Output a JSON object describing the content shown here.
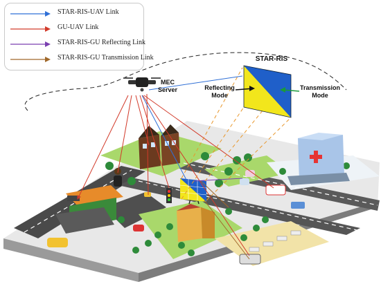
{
  "legend": [
    {
      "label": "STAR-RIS-UAV Link",
      "color": "#2f6fd6"
    },
    {
      "label": "GU-UAV Link",
      "color": "#d23a2a"
    },
    {
      "label": "STAR-RIS-GU Reflecting Link",
      "color": "#7a3fb0"
    },
    {
      "label": "STAR-RIS-GU Transmission Link",
      "color": "#a0682a"
    }
  ],
  "labels": {
    "mec_server": "MEC\nServer",
    "star_ris": "STAR-RIS",
    "reflecting_mode": "Reflecting\nMode",
    "transmission_mode": "Transmission\nMode"
  },
  "colors": {
    "ris_blue": "#1f5fc9",
    "ris_yellow": "#f2e61c",
    "grass": "#a9d86b",
    "road": "#4a4a4a",
    "pavement": "#d9d9d9"
  }
}
